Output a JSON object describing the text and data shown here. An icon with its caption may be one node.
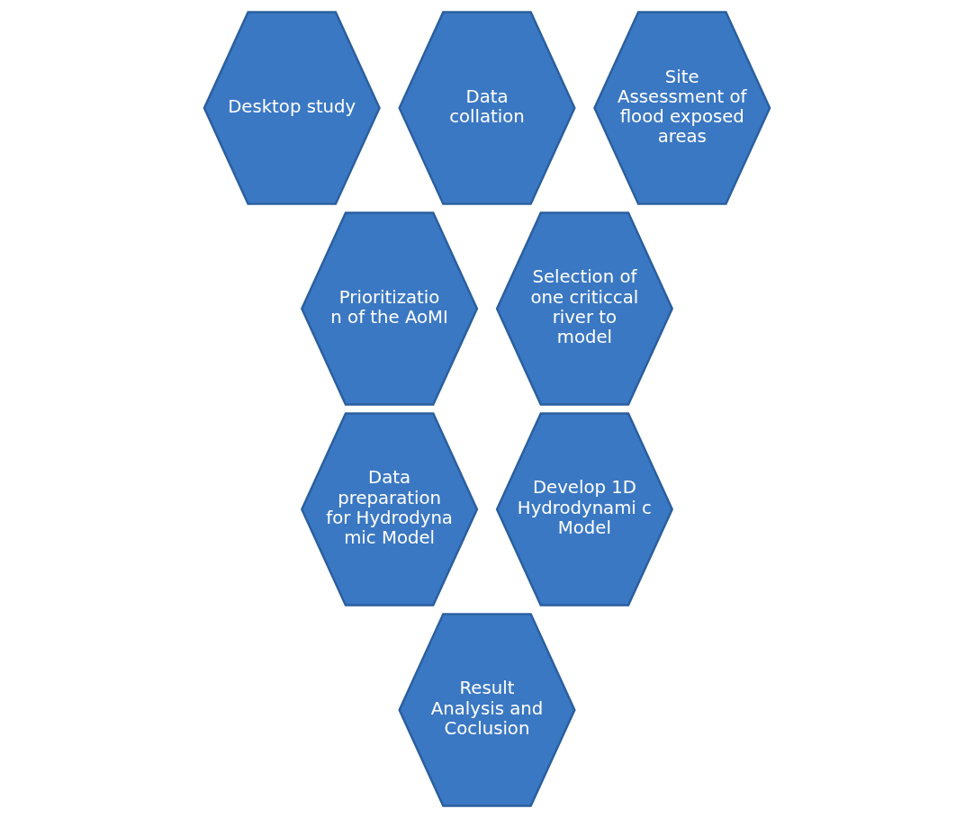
{
  "diagram": {
    "nodes": [
      {
        "text": [
          "Desktop study"
        ]
      },
      {
        "text": [
          "Data collation"
        ]
      },
      {
        "text": [
          "Site Assessment of flood exposed areas"
        ]
      },
      {
        "text": [
          "Prioritizatio n of the AoMI"
        ]
      },
      {
        "text": [
          "Selection of one criticcal river to model"
        ]
      },
      {
        "text": [
          "Data preparation for Hydrodyna mic Model"
        ]
      },
      {
        "text": [
          "Develop 1D Hydrodynami c Model"
        ]
      },
      {
        "text": [
          "Result Analysis and Coclusion"
        ]
      }
    ],
    "edges": []
  }
}
